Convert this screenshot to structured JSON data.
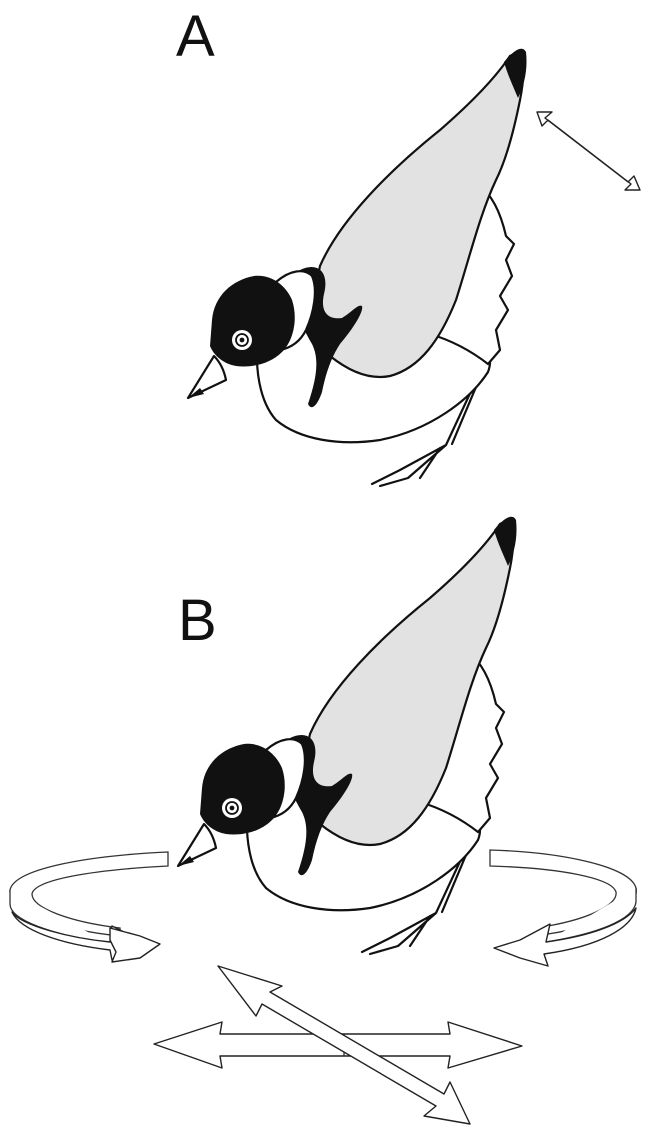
{
  "panels": [
    {
      "label": "A",
      "motion": "tail-wag"
    },
    {
      "label": "B",
      "motion": "rotation-and-shuffle"
    }
  ],
  "colors": {
    "ink": "#111111",
    "wing": "#e2e2e2",
    "background": "#ffffff"
  }
}
